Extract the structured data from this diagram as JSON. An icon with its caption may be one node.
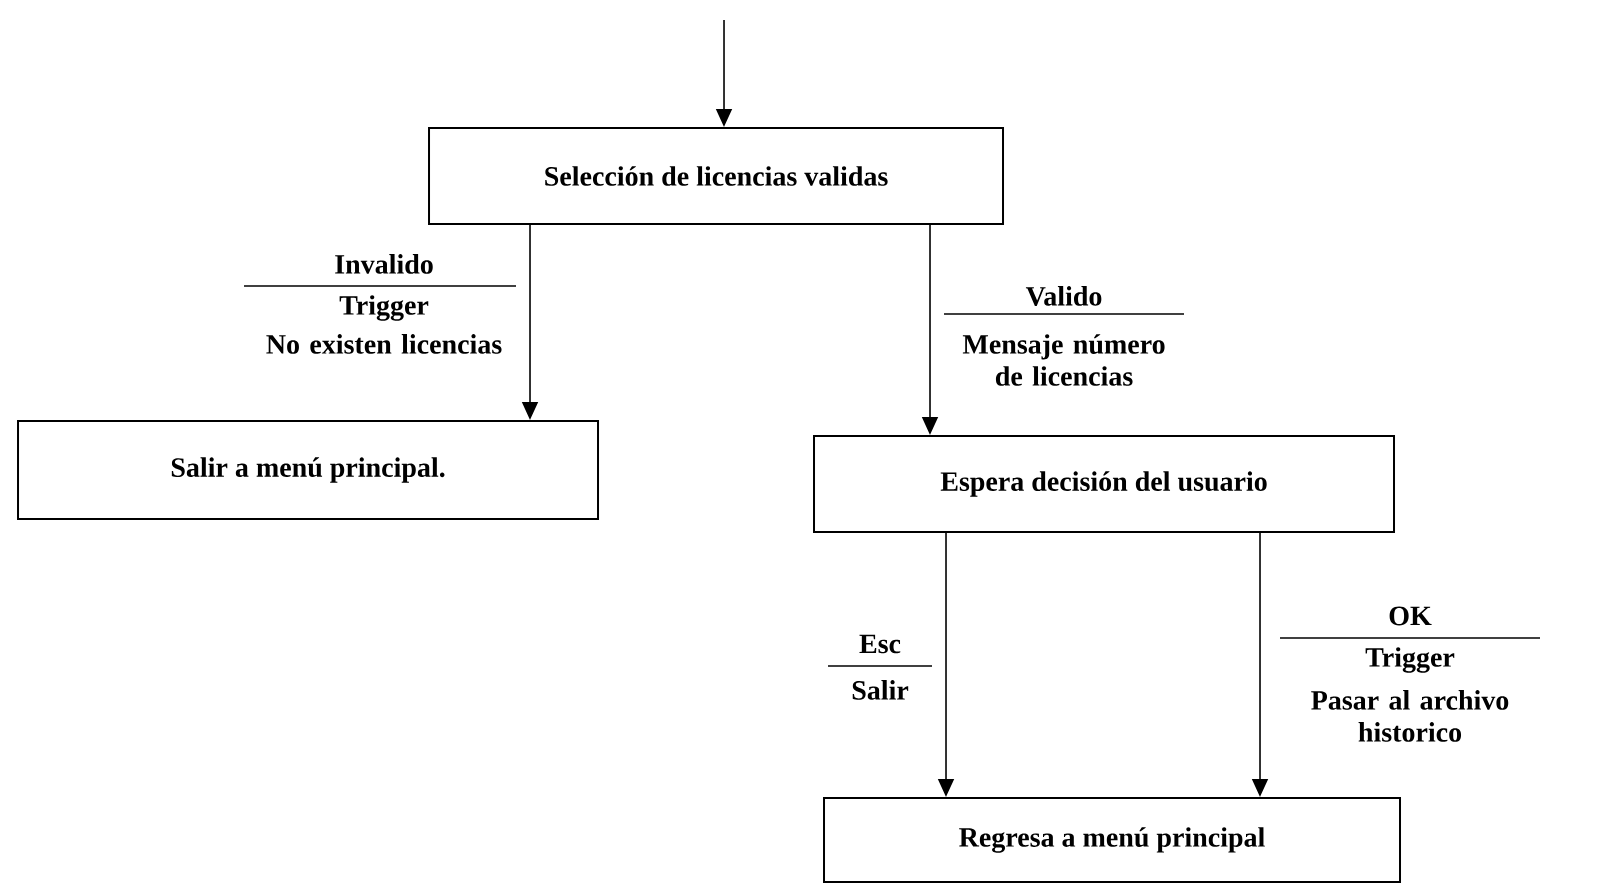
{
  "diagram": {
    "nodes": [
      {
        "text": [
          "Selección de licencias validas"
        ]
      },
      {
        "text": [
          "Salir a menú principal."
        ]
      },
      {
        "text": [
          "Espera decisión del usuario"
        ]
      },
      {
        "text": [
          "Regresa a menú principal"
        ]
      }
    ],
    "edges": [
      {
        "from": null,
        "to": 0,
        "arrow": "to"
      },
      {
        "from": 0,
        "to": 1,
        "arrow": "to",
        "label": "Invalido"
      },
      {
        "from": 0,
        "to": 2,
        "arrow": "to",
        "label": "Valido"
      },
      {
        "from": 2,
        "to": 3,
        "arrow": "to",
        "label": "Esc"
      },
      {
        "from": 2,
        "to": 3,
        "arrow": "to",
        "label": "OK"
      }
    ],
    "labels": [
      "Trigger",
      "No existen licencias",
      "Mensaje número de licencias",
      "Salir",
      "Trigger",
      "Pasar al archivo historico"
    ]
  }
}
